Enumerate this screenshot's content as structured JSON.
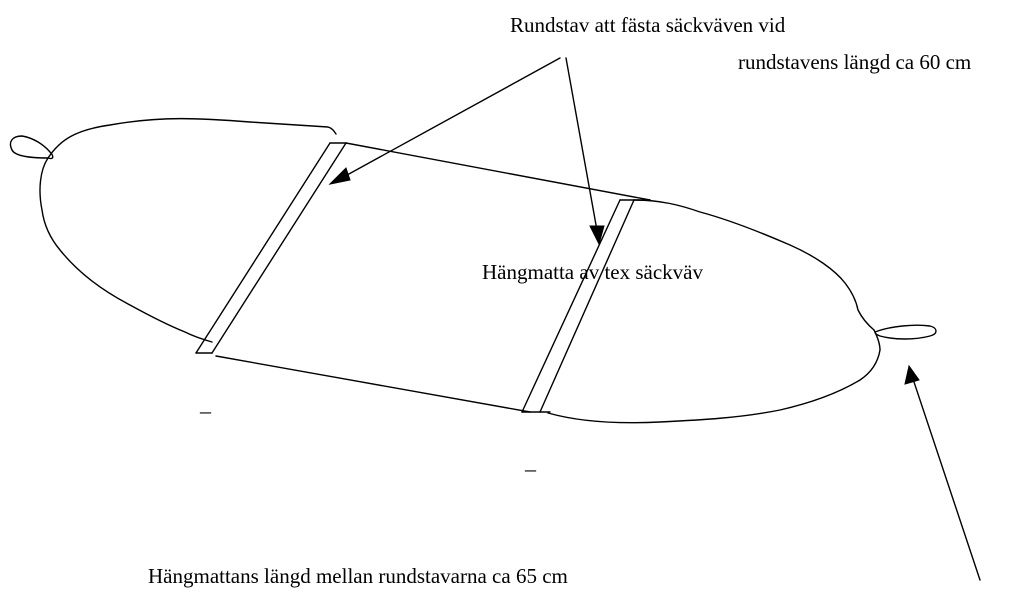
{
  "labels": {
    "rod_title_line1": "Rundstav att fästa säckväven vid",
    "rod_title_line2": "rundstavens längd ca 60 cm",
    "hammock_label": "Hängmatta av  tex  säckväv",
    "length_label": "Hängmattans längd mellan rundstavarna ca 65 cm"
  },
  "marks": {
    "dash_left": "–",
    "dash_right": "–"
  },
  "colors": {
    "ink": "#000000",
    "background": "#ffffff"
  }
}
